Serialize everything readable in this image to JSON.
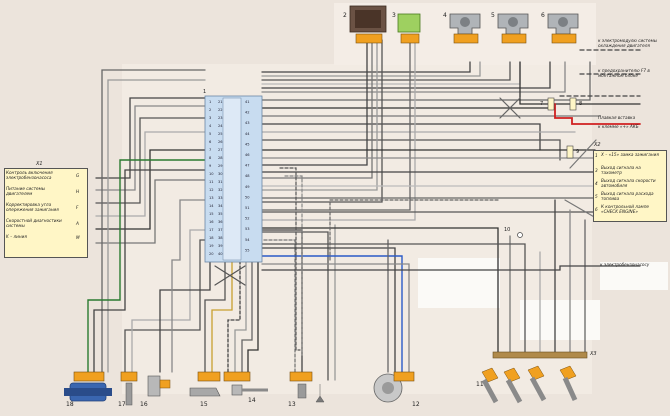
{
  "diagram": {
    "colors": {
      "background": "#ece4dc",
      "panel": "#f6efe7",
      "connector": "#f0a020",
      "ecu": "#c8dcf0",
      "box_yellow": "#fff6c6",
      "fuse_red": "#d02020"
    },
    "component_numbers": {
      "ecu": "1",
      "c2": "2",
      "c3": "3",
      "c4": "4",
      "c5": "5",
      "c6": "6",
      "c7": "7",
      "c8": "8",
      "c9": "9",
      "c10": "10",
      "c11": "11",
      "c12": "12",
      "c13": "13",
      "c14": "14",
      "c15": "15",
      "c16": "16",
      "c17": "17",
      "c18": "18"
    },
    "ecu_pins_left": [
      "1",
      "2",
      "3",
      "4",
      "5",
      "6",
      "7",
      "8",
      "9",
      "10",
      "11",
      "12",
      "13",
      "14",
      "15",
      "16",
      "17",
      "18",
      "19",
      "20",
      "21",
      "22",
      "23",
      "24",
      "25",
      "26",
      "27",
      "28",
      "29",
      "30",
      "31",
      "32",
      "33",
      "34",
      "35",
      "36",
      "37",
      "38",
      "39",
      "40"
    ],
    "ecu_pins_right": [
      "41",
      "42",
      "43",
      "44",
      "45",
      "46",
      "47",
      "48",
      "49",
      "50",
      "51",
      "52",
      "53",
      "54",
      "55"
    ],
    "top_notes": [
      "к электромодулю системы охлаждения двигателя",
      "к предохранителю F7 в монтажном блоке",
      "Плавкая вставка",
      "к клемме «+» АКБ"
    ],
    "bottom_note": "к электробензонасосу",
    "x1": {
      "title": "X1",
      "rows": [
        {
          "text": "Контроль включения электробензонасоса",
          "pin": "G"
        },
        {
          "text": "Питание системы двигателем",
          "pin": "H"
        },
        {
          "text": "Корректировка угла опережения зажигания",
          "pin": "F"
        },
        {
          "text": "Скоростной диагностики системы",
          "pin": "A"
        },
        {
          "text": "K – линия",
          "pin": "M"
        }
      ]
    },
    "x2": {
      "title": "X2",
      "rows": [
        {
          "pin": "1",
          "text": "Х – «15» замка зажигания"
        },
        {
          "pin": "3",
          "text": "Выход сигнала на тахометр"
        },
        {
          "pin": "4",
          "text": "Выход сигнала скорости автомобиля"
        },
        {
          "pin": "5",
          "text": "Выход сигнала расхода топлива"
        },
        {
          "pin": "6",
          "text": "К контрольной лампе «CHECK ENGINE»"
        }
      ]
    },
    "x3": "X3"
  }
}
